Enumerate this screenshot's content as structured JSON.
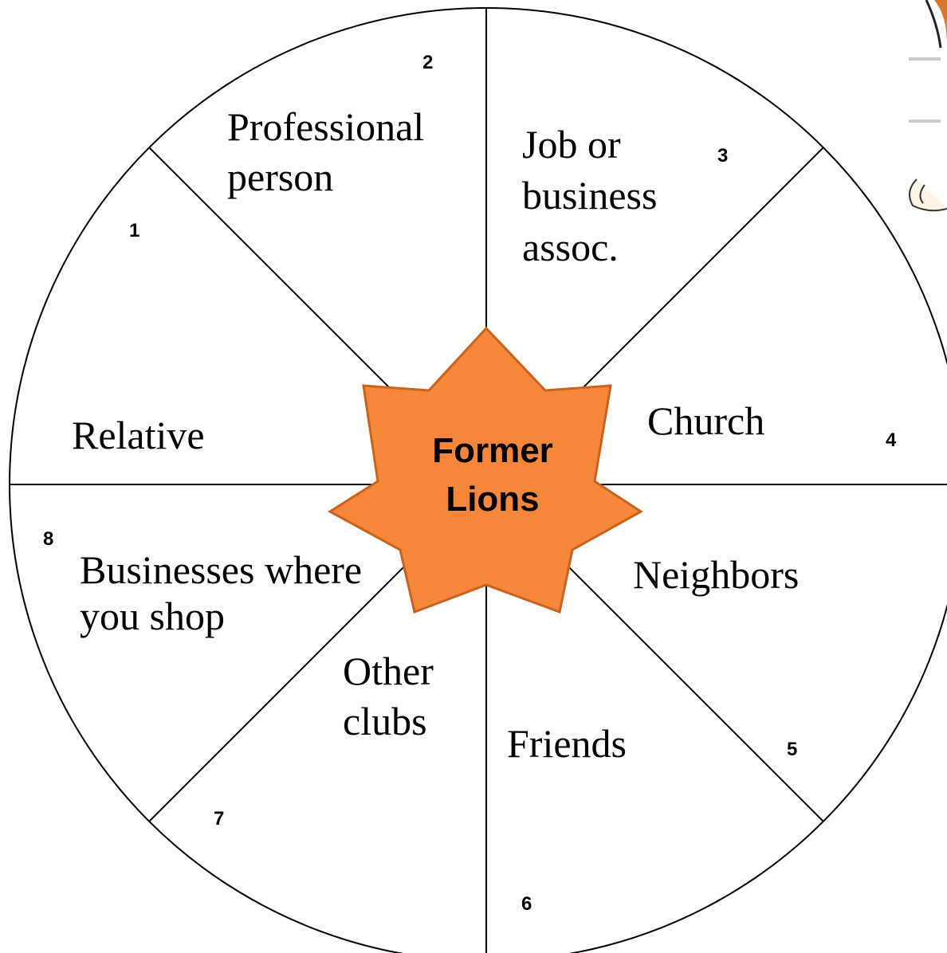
{
  "center": {
    "label_line1": "Former",
    "label_line2": "Lions",
    "color": "#F5873A",
    "stroke": "#C8621E"
  },
  "segments": [
    {
      "number": "1",
      "lines": [
        "Relative"
      ]
    },
    {
      "number": "2",
      "lines": [
        "Professional",
        "person"
      ]
    },
    {
      "number": "3",
      "lines": [
        "Job or",
        "business",
        "assoc."
      ]
    },
    {
      "number": "4",
      "lines": [
        "Church"
      ]
    },
    {
      "number": "5",
      "lines": [
        "Neighbors"
      ]
    },
    {
      "number": "6",
      "lines": [
        "Friends"
      ]
    },
    {
      "number": "7",
      "lines": [
        "Other",
        "clubs"
      ]
    },
    {
      "number": "8",
      "lines": [
        "Businesses where",
        "you shop"
      ]
    }
  ]
}
